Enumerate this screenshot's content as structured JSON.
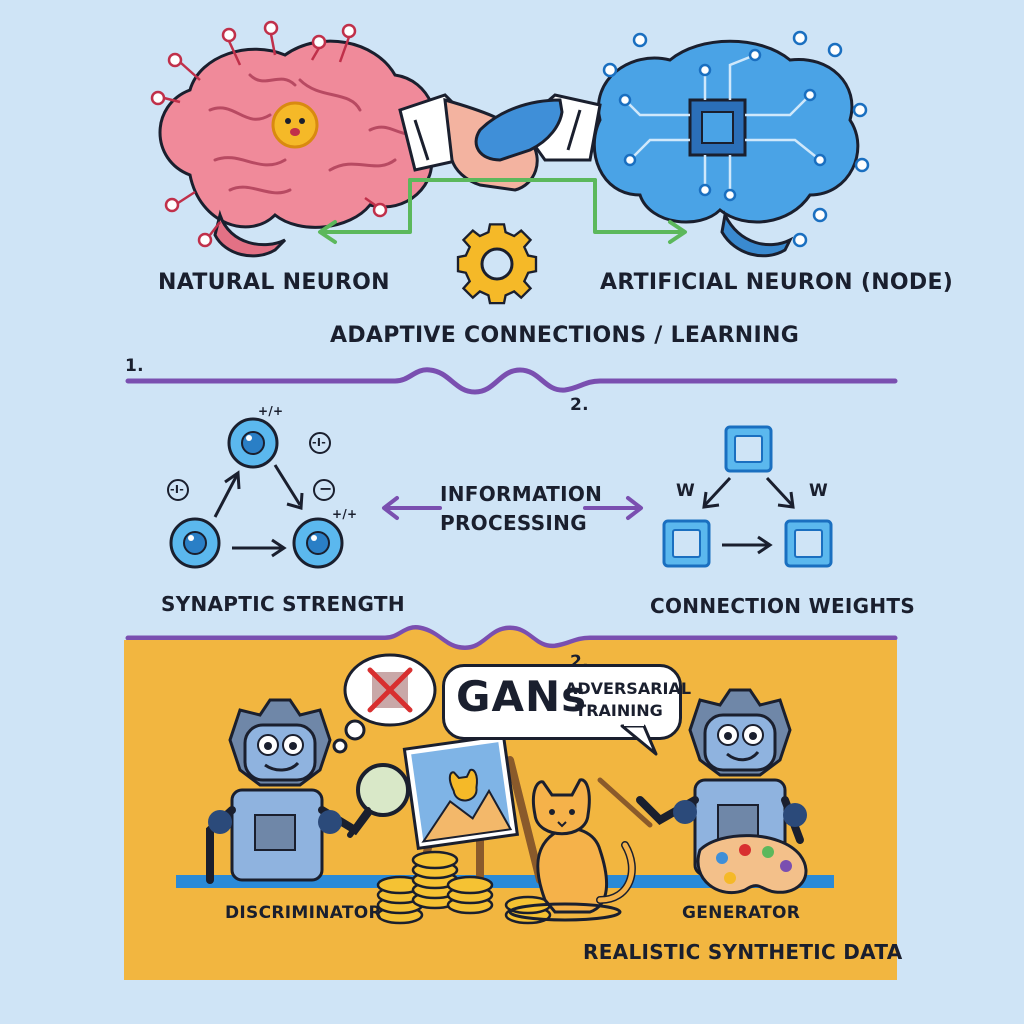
{
  "section1": {
    "left_label": "NATURAL NEURON",
    "right_label": "ARTIFICIAL NEURON (NODE)",
    "center_label": "ADAPTIVE CONNECTIONS / LEARNING",
    "number": "1."
  },
  "section2": {
    "number": "2.",
    "left_label": "SYNAPTIC STRENGTH",
    "right_label": "CONNECTION WEIGHTS",
    "center_label_line1": "INFORMATION",
    "center_label_line2": "PROCESSING",
    "signs": {
      "plus_minus_1": "+/+",
      "plus_minus_2": "+/+",
      "minus_circle_1": "-I-",
      "minus_circle_2": "-I-",
      "minus": "−"
    },
    "weight_left": "W",
    "weight_right": "W"
  },
  "section3": {
    "number": "2.",
    "gans_title": "GANs",
    "gans_sub_line1": "ADVERSARIAL",
    "gans_sub_line2": "TRAINING",
    "discriminator_label": "DISCRIMINATOR",
    "generator_label": "GENERATOR",
    "bottom_label": "REALISTIC SYNTHETIC DATA"
  },
  "colors": {
    "background": "#cfe4f6",
    "brain_pink": "#f08a9a",
    "brain_blue": "#4aa3e6",
    "gear_yellow": "#f5b928",
    "arrow_green": "#5cb85c",
    "divider_purple": "#7a4fb0",
    "panel_orange": "#f2b640",
    "robot_blue": "#7fa6d6"
  }
}
